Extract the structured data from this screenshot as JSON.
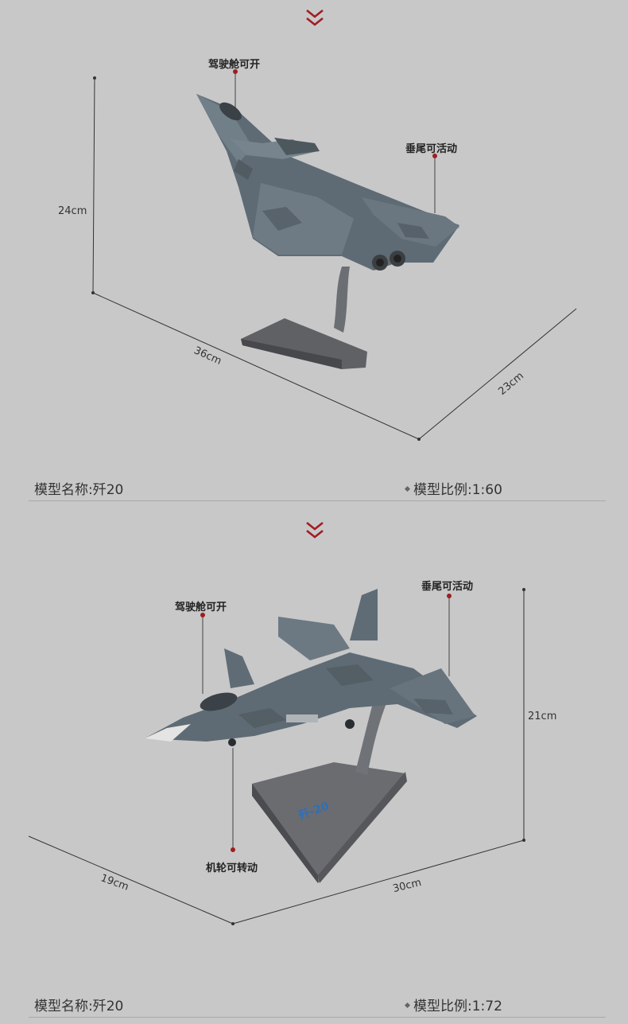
{
  "colors": {
    "accent": "#a11d21",
    "background": "#c8c8c9"
  },
  "panel1": {
    "callouts": {
      "cockpit": "驾驶舱可开",
      "tail": "垂尾可活动"
    },
    "dimensions": {
      "height": "24cm",
      "length": "36cm",
      "width": "23cm"
    },
    "footer": {
      "name": "模型名称:歼20",
      "scale": "模型比例:1:60"
    }
  },
  "panel2": {
    "callouts": {
      "cockpit": "驾驶舱可开",
      "tail": "垂尾可活动",
      "wheels": "机轮可转动"
    },
    "dimensions": {
      "height": "21cm",
      "width": "19cm",
      "length": "30cm"
    },
    "stand_text": "歼-20",
    "footer": {
      "name": "模型名称:歼20",
      "scale": "模型比例:1:72"
    }
  },
  "icons": [
    "chevron-down-icon",
    "diamond-icon"
  ]
}
